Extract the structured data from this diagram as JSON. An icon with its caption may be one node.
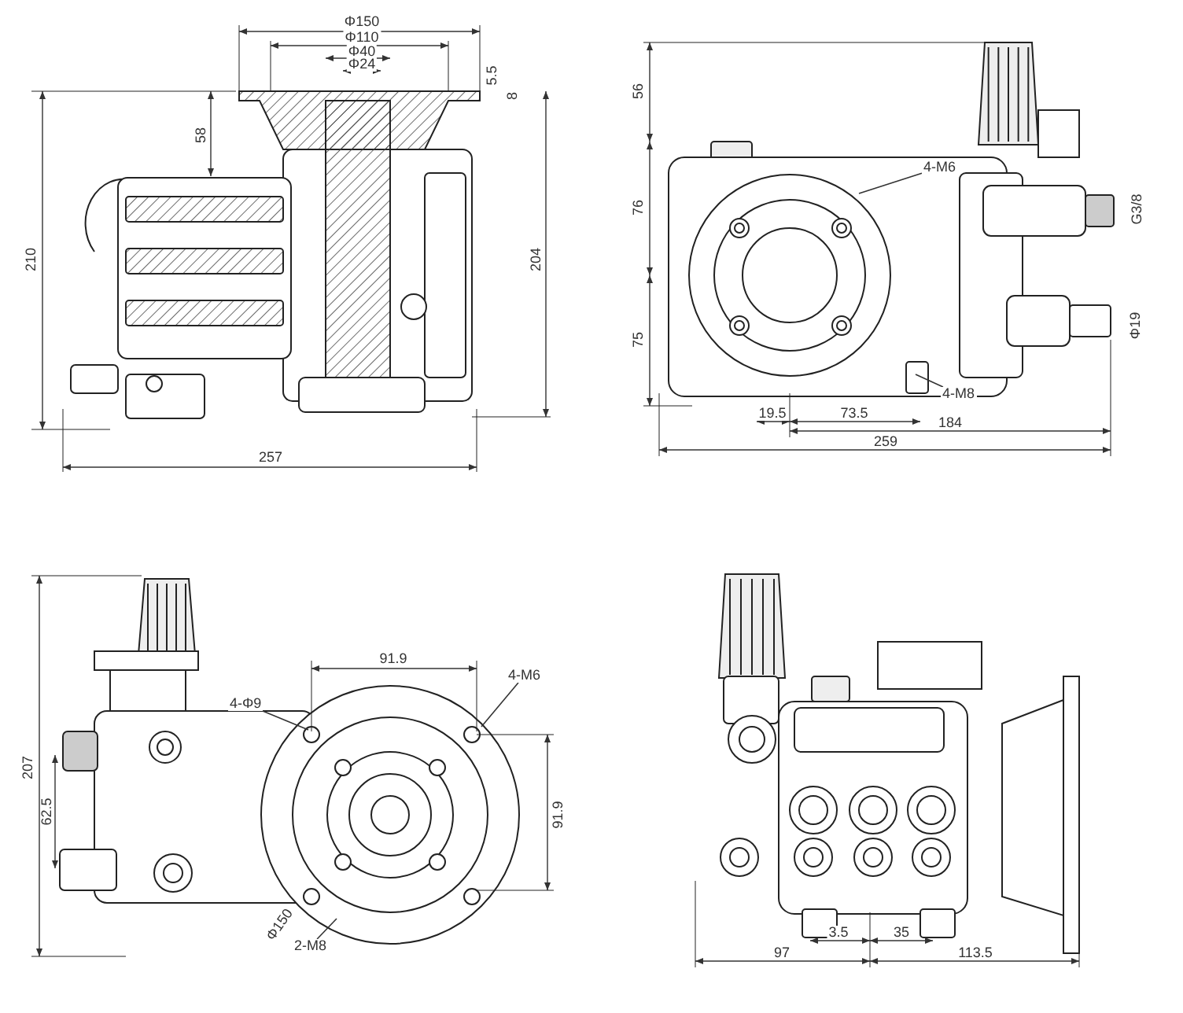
{
  "diagram": {
    "nodes": [
      {
        "text": [
          "4-M6"
        ]
      },
      {
        "text": [
          "4-M8"
        ]
      },
      {
        "text": [
          "4-Φ9"
        ]
      },
      {
        "text": [
          "4-M6"
        ]
      },
      {
        "text": [
          "2-M8"
        ]
      }
    ],
    "edges": [
      {
        "from": 0,
        "to": null,
        "arrow": "none"
      },
      {
        "from": 1,
        "to": null,
        "arrow": "none"
      },
      {
        "from": 2,
        "to": null,
        "arrow": "none"
      },
      {
        "from": 3,
        "to": null,
        "arrow": "none"
      },
      {
        "from": 4,
        "to": null,
        "arrow": "none"
      }
    ],
    "labels": [
      "Φ150",
      "Φ110",
      "Φ40",
      "Φ24",
      "5.5",
      "8",
      "58",
      "210",
      "204",
      "257",
      "56",
      "76",
      "75",
      "G3/8",
      "Φ19",
      "19.5",
      "73.5",
      "184",
      "259",
      "207",
      "62.5",
      "91.9",
      "91.9",
      "Φ150",
      "3.5",
      "35",
      "97",
      "113.5"
    ]
  }
}
